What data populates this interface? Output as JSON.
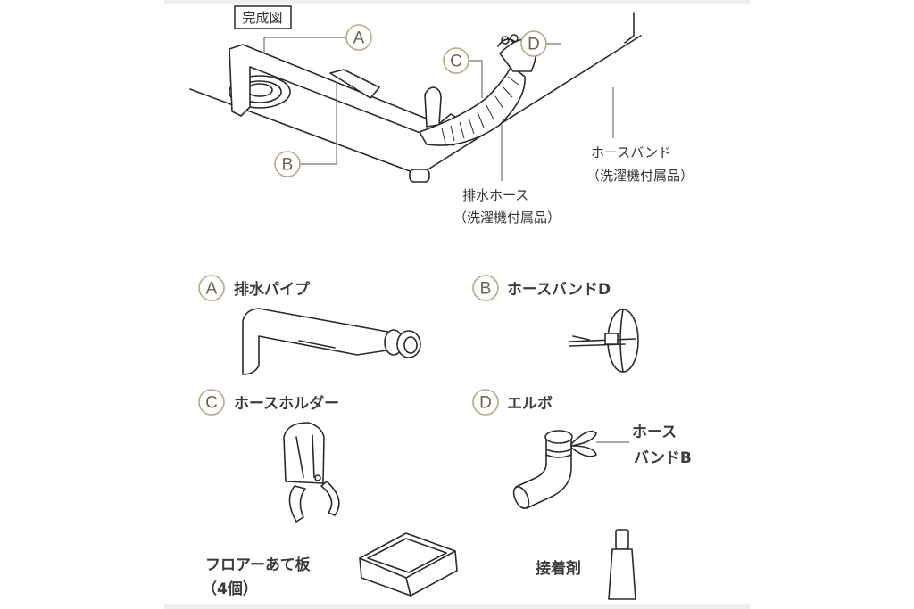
{
  "overview": {
    "title": "完成図",
    "callouts": [
      "A",
      "B",
      "C",
      "D"
    ],
    "hose_band_label": "ホースバンド",
    "hose_band_note": "（洗濯機付属品）",
    "drain_hose_label": "排水ホース",
    "drain_hose_note": "（洗濯機付属品）"
  },
  "parts": [
    {
      "letter": "A",
      "name": "排水パイプ"
    },
    {
      "letter": "B",
      "name": "ホースバンドD"
    },
    {
      "letter": "C",
      "name": "ホースホルダー"
    },
    {
      "letter": "D",
      "name": "エルボ",
      "sub_label_1": "ホース",
      "sub_label_2": "バンドB"
    }
  ],
  "extras": {
    "floor_plate": "フロアーあて板",
    "floor_plate_count": "（4個）",
    "adhesive": "接着剤"
  },
  "colors": {
    "callout_circle": "#b5a887",
    "text": "#3c3c3c"
  }
}
